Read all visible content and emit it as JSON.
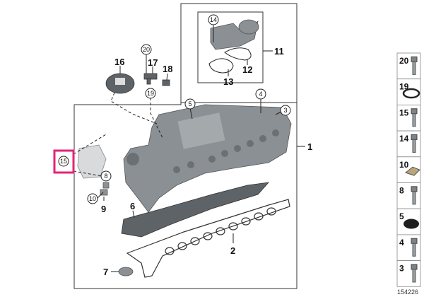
{
  "diagram_id": "154226",
  "highlighted_part": "15",
  "highlight_color": "#e0267a",
  "callouts": {
    "p1": "1",
    "p2": "2",
    "p3": "3",
    "p4": "4",
    "p5": "5",
    "p6": "6",
    "p7": "7",
    "p8": "8",
    "p9": "9",
    "p10": "10",
    "p11": "11",
    "p12": "12",
    "p13": "13",
    "p14": "14",
    "p15": "15",
    "p16": "16",
    "p17": "17",
    "p18": "18",
    "p19": "19",
    "p20": "20"
  },
  "side_parts": [
    {
      "number": "20",
      "icon": "screw-icon"
    },
    {
      "number": "19",
      "icon": "o-ring-icon"
    },
    {
      "number": "15",
      "icon": "round-head-screw-icon"
    },
    {
      "number": "14",
      "icon": "hex-bolt-icon"
    },
    {
      "number": "10",
      "icon": "clip-nut-icon"
    },
    {
      "number": "8",
      "icon": "socket-cap-screw-icon"
    },
    {
      "number": "5",
      "icon": "rubber-grommet-icon"
    },
    {
      "number": "4",
      "icon": "stud-icon"
    },
    {
      "number": "3",
      "icon": "spacer-bolt-icon"
    }
  ]
}
